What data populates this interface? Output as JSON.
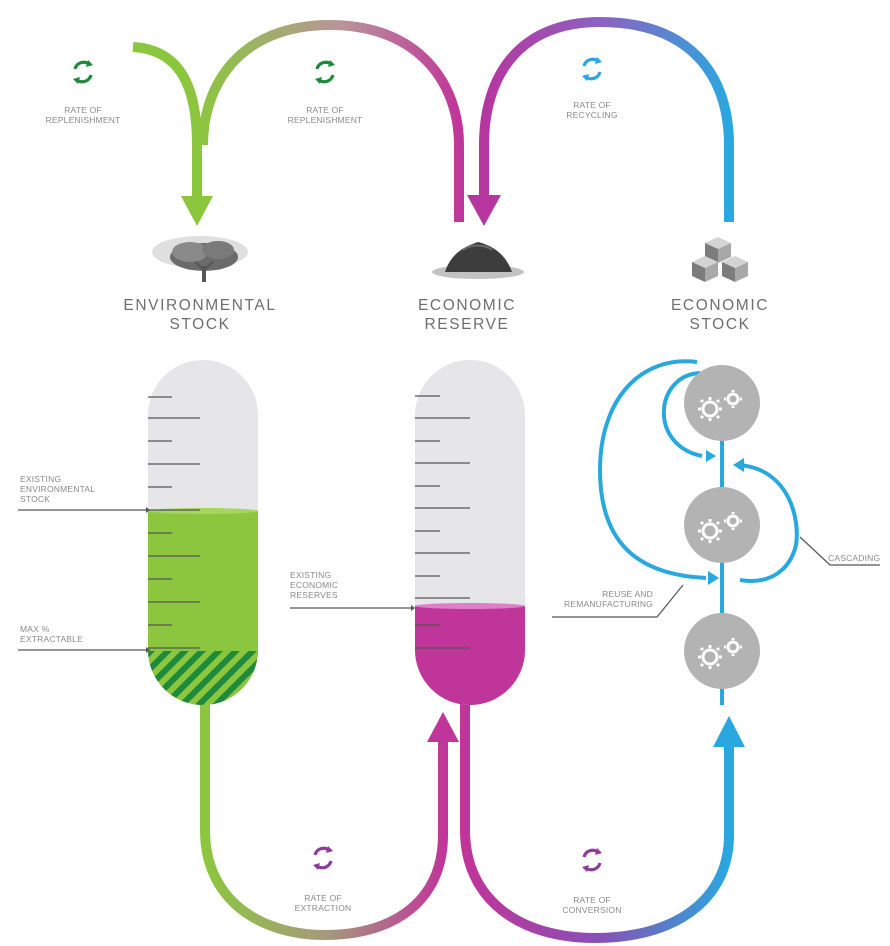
{
  "titles": {
    "environmental_stock": [
      "ENVIRONMENTAL",
      "STOCK"
    ],
    "economic_reserve": [
      "ECONOMIC",
      "RESERVE"
    ],
    "economic_stock": [
      "ECONOMIC",
      "STOCK"
    ]
  },
  "rates": {
    "replenishment_1": [
      "RATE OF",
      "REPLENISHMENT"
    ],
    "replenishment_2": [
      "RATE OF",
      "REPLENISHMENT"
    ],
    "recycling": [
      "RATE OF",
      "RECYCLING"
    ],
    "extraction": [
      "RATE OF",
      "EXTRACTION"
    ],
    "conversion": [
      "RATE OF",
      "CONVERSION"
    ]
  },
  "annotations": {
    "existing_environmental_stock": [
      "EXISTING",
      "ENVIRONMENTAL",
      "STOCK"
    ],
    "max_extractable": [
      "MAX %",
      "EXTRACTABLE"
    ],
    "existing_economic_reserves": [
      "EXISTING",
      "ECONOMIC",
      "RESERVES"
    ],
    "reuse_remanufacturing": [
      "REUSE AND",
      "REMANUFACTURING"
    ],
    "cascading": [
      "CASCADING"
    ]
  },
  "icons": {
    "environmental_stock": "tree-icon",
    "economic_reserve": "ore-pile-icon",
    "economic_stock": "cubes-icon",
    "process": "gears-icon",
    "rate": "cycle-arrows-icon"
  },
  "colors": {
    "green": "#8cc63f",
    "green_dark": "#1e8a3c",
    "magenta": "#c0359a",
    "blue": "#29a8e0",
    "purple": "#8e3a9c",
    "grey_node": "#b3b3b3",
    "tube": "#e6e6e8"
  },
  "levels": {
    "environmental_stock_fill": 0.62,
    "environmental_max_extractable": 0.2,
    "economic_reserve_fill": 0.26
  }
}
